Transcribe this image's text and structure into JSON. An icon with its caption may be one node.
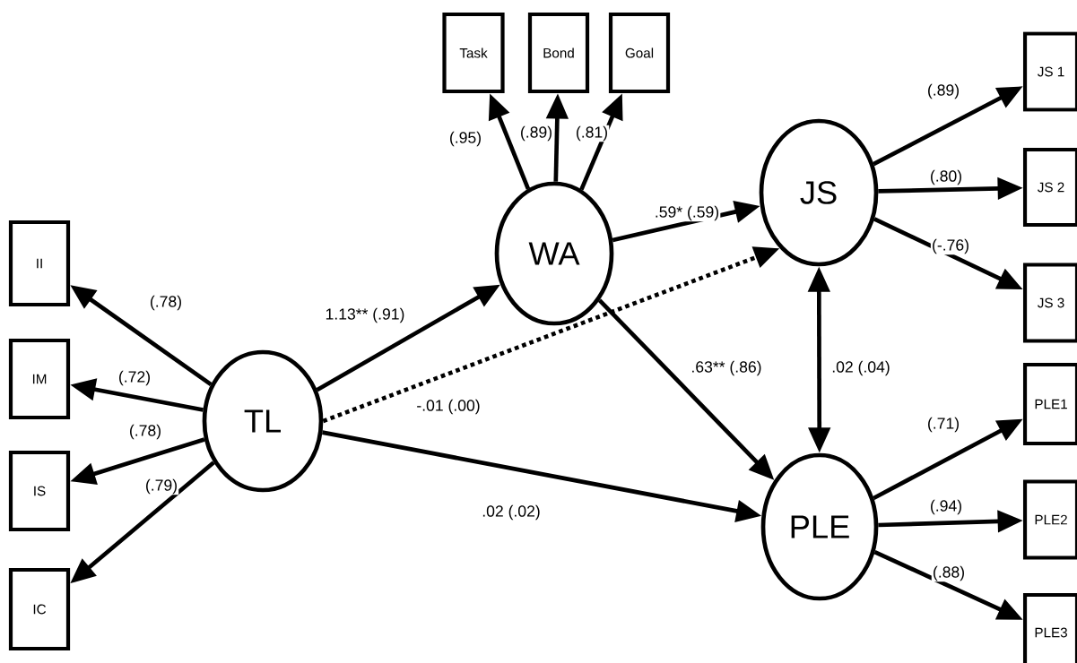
{
  "diagram": {
    "nodes": [
      {
        "text": [
          "II"
        ]
      },
      {
        "text": [
          "IM"
        ]
      },
      {
        "text": [
          "IS"
        ]
      },
      {
        "text": [
          "IC"
        ]
      },
      {
        "text": [
          "TL"
        ]
      },
      {
        "text": [
          "WA"
        ]
      },
      {
        "text": [
          "Task"
        ]
      },
      {
        "text": [
          "Bond"
        ]
      },
      {
        "text": [
          "Goal"
        ]
      },
      {
        "text": [
          "JS"
        ]
      },
      {
        "text": [
          "PLE"
        ]
      },
      {
        "text": [
          "JS 1"
        ]
      },
      {
        "text": [
          "JS 2"
        ]
      },
      {
        "text": [
          "JS 3"
        ]
      },
      {
        "text": [
          "PLE1"
        ]
      },
      {
        "text": [
          "PLE2"
        ]
      },
      {
        "text": [
          "PLE3"
        ]
      }
    ],
    "edges": [
      {
        "from": 4,
        "to": 0,
        "arrow": "to",
        "label": "(.78)"
      },
      {
        "from": 4,
        "to": 1,
        "arrow": "to",
        "label": "(.72)"
      },
      {
        "from": 4,
        "to": 2,
        "arrow": "to",
        "label": "(.78)"
      },
      {
        "from": 4,
        "to": 3,
        "arrow": "to",
        "label": "(.79)"
      },
      {
        "from": 4,
        "to": 5,
        "arrow": "to",
        "label": "1.13** (.91)"
      },
      {
        "from": 4,
        "to": 9,
        "arrow": "to",
        "label": "-.01 (.00)",
        "style": "dashed"
      },
      {
        "from": 4,
        "to": 10,
        "arrow": "to",
        "label": ".02 (.02)"
      },
      {
        "from": 5,
        "to": 6,
        "arrow": "to",
        "label": "(.95)"
      },
      {
        "from": 5,
        "to": 7,
        "arrow": "to",
        "label": "(.89)"
      },
      {
        "from": 5,
        "to": 8,
        "arrow": "to",
        "label": "(.81)"
      },
      {
        "from": 5,
        "to": 9,
        "arrow": "to",
        "label": ".59* (.59)"
      },
      {
        "from": 5,
        "to": 10,
        "arrow": "to",
        "label": ".63** (.86)"
      },
      {
        "from": 9,
        "to": 10,
        "arrow": "both",
        "label": ".02 (.04)"
      },
      {
        "from": 9,
        "to": 11,
        "arrow": "to",
        "label": "(.89)"
      },
      {
        "from": 9,
        "to": 12,
        "arrow": "to",
        "label": "(.80)"
      },
      {
        "from": 9,
        "to": 13,
        "arrow": "to",
        "label": "(-.76)"
      },
      {
        "from": 10,
        "to": 14,
        "arrow": "to",
        "label": "(.71)"
      },
      {
        "from": 10,
        "to": 15,
        "arrow": "to",
        "label": "(.94)"
      },
      {
        "from": 10,
        "to": 16,
        "arrow": "to",
        "label": "(.88)"
      }
    ]
  }
}
